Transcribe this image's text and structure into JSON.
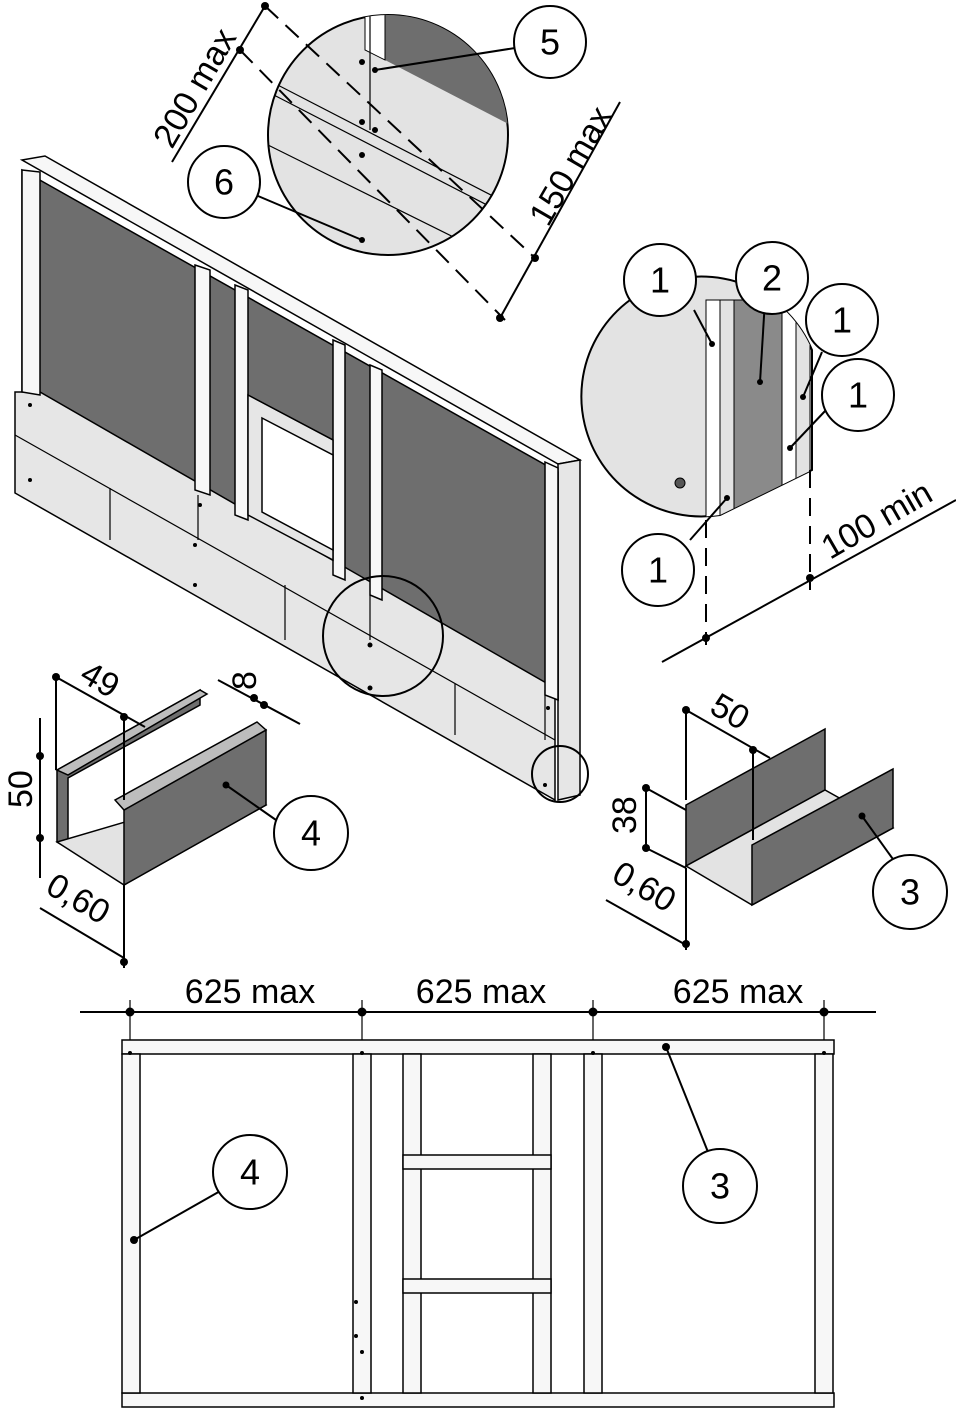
{
  "callouts": {
    "c5": "5",
    "c6": "6",
    "c1a": "1",
    "c2": "2",
    "c1b": "1",
    "c1c": "1",
    "c1d": "1",
    "c4a": "4",
    "c3a": "3",
    "c4b": "4",
    "c3b": "3"
  },
  "dimensions": {
    "top_left": "200 max",
    "top_right": "150 max",
    "detail_right": "100 min",
    "stud_width": "49",
    "stud_lip": "8",
    "stud_height": "50",
    "stud_thickness": "0,60",
    "track_width": "50",
    "track_height": "38",
    "track_thickness": "0,60",
    "span_1": "625 max",
    "span_2": "625 max",
    "span_3": "625 max"
  }
}
